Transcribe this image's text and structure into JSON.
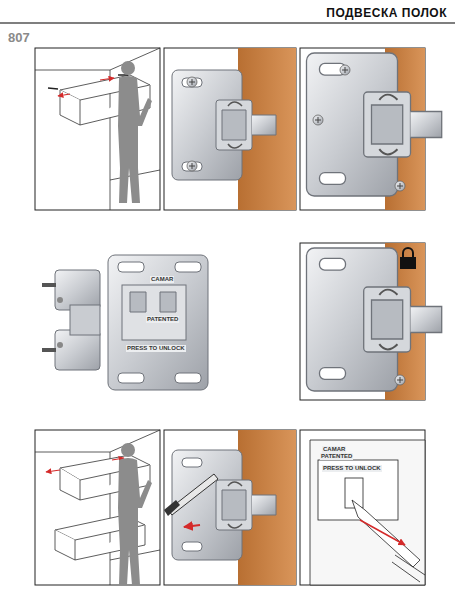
{
  "diagram": {
    "title": "ПОДВЕСКА ПОЛОК",
    "labels": [
      "807",
      "CAMAR",
      "PATENTED",
      "PRESS TO UNLOCK",
      "CAMAR",
      "PATENTED",
      "PRESS TO UNLOCK"
    ]
  }
}
